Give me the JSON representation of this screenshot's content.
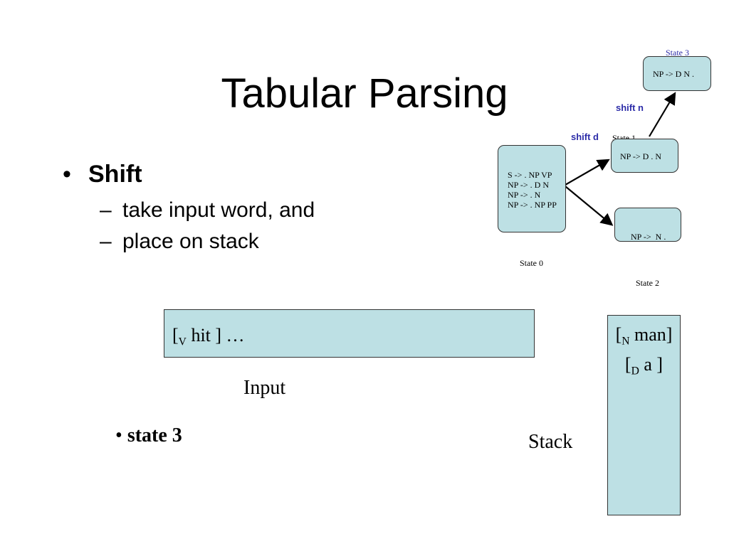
{
  "slide": {
    "title": "Tabular Parsing",
    "bullet": "Shift",
    "sub_items": [
      "take input word, and",
      "place on stack"
    ],
    "dash": "–",
    "bullet_char": "•"
  },
  "diagram": {
    "state0": {
      "label": "State 0",
      "rules": [
        "S -> . NP VP",
        "NP -> . D N",
        "NP -> . N",
        "NP -> . NP PP"
      ]
    },
    "state1": {
      "label": "State 1",
      "rule": "NP -> D . N"
    },
    "state2": {
      "label": "State 2",
      "rule": "NP ->  N ."
    },
    "state3": {
      "label": "State 3",
      "rule": "NP -> D N ."
    },
    "shift_d": "shift d",
    "shift_n": "shift n"
  },
  "input": {
    "open": "[",
    "sub": "V",
    "text": " hit ] …",
    "label": "Input"
  },
  "stack": {
    "item1": {
      "open": "[",
      "sub": "N",
      "text": " man]"
    },
    "item2": {
      "open": "[",
      "sub": "D",
      "text": " a ]"
    },
    "label": "Stack"
  },
  "state_note": {
    "bullet": "•",
    "text": "state 3"
  },
  "colors": {
    "box_fill": "#bde0e4",
    "shift_label": "#2c2ca8"
  }
}
